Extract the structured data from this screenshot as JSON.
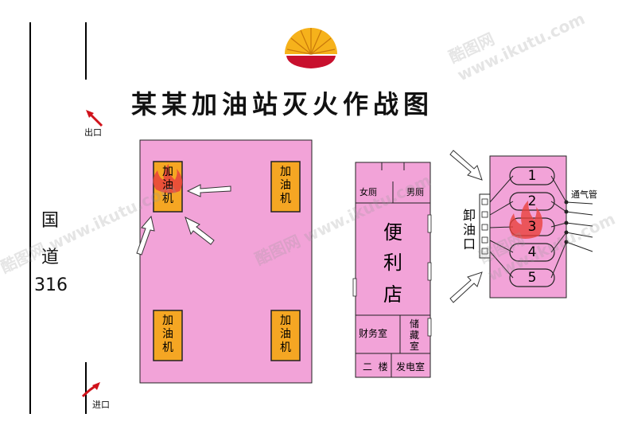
{
  "title": "某某加油站灭火作战图",
  "road": {
    "chars": [
      "国",
      "道"
    ],
    "number": "316"
  },
  "exit_label": "出口",
  "entrance_label": "进口",
  "pumps": [
    {
      "label_lines": [
        "加",
        "油",
        "机"
      ]
    },
    {
      "label_lines": [
        "加",
        "油",
        "机"
      ]
    },
    {
      "label_lines": [
        "加",
        "油",
        "机"
      ]
    },
    {
      "label_lines": [
        "加",
        "油",
        "机"
      ]
    }
  ],
  "store": {
    "name_chars": [
      "便",
      "利",
      "店"
    ],
    "womens_restroom": "女厕",
    "mens_restroom": "男厕",
    "finance_room": "财务室",
    "storage_room_chars": [
      "储",
      "藏",
      "室"
    ],
    "second_floor_chars": [
      "二",
      "楼"
    ],
    "power_room": "发电室"
  },
  "tank_area": {
    "unload_port_chars": [
      "卸",
      "油",
      "口"
    ],
    "vent_pipe_label": "通气管",
    "tanks": [
      "1",
      "2",
      "3",
      "4",
      "5"
    ]
  },
  "colors": {
    "forecourt": "#f2a3d8",
    "pump": "#f5a623",
    "building": "#f2a3d8",
    "flame": "#e8413c",
    "logo_top": "#f6b21b",
    "logo_bottom": "#c8102e"
  },
  "watermark": "酷图网 www.ikutu.com"
}
